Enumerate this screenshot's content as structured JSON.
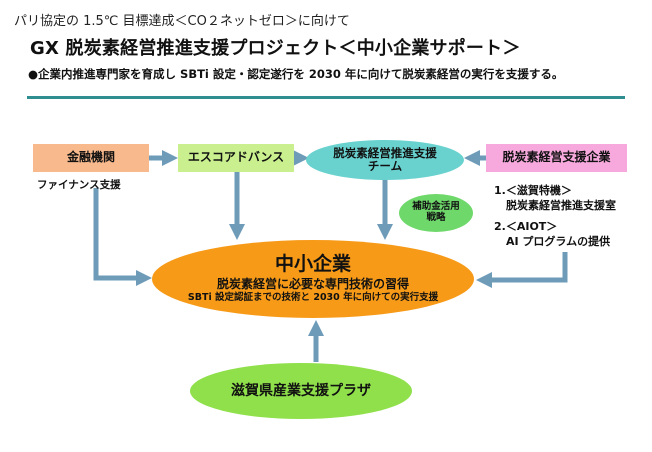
{
  "header": {
    "kicker": "パリ協定の 1.5℃ 目標達成＜CO２ネットゼロ＞に向けて",
    "title": "GX 脱炭素経営推進支援プロジェクト＜中小企業サポート＞",
    "subtitle": "●企業内推進専門家を育成し SBTi 設定・認定遂行を 2030 年に向けて脱炭素経営の実行を支援する。"
  },
  "diagram": {
    "finance_box": "金融機関",
    "finance_note": "ファイナンス支援",
    "esco_box": "エスコアドバンス",
    "team_ellipse": {
      "line1": "脱炭素経営推進支援",
      "line2": "チーム"
    },
    "enterprise_box": "脱炭素経営支援企業",
    "subsidy_ellipse": {
      "line1": "補助金活用",
      "line2": "戦略"
    },
    "enterprise_list": {
      "item1_heading": "1.＜滋賀特機＞",
      "item1_detail": "脱炭素経営推進支援室",
      "item2_heading": "2.＜AIOT＞",
      "item2_detail": "AI プログラムの提供"
    },
    "sme": {
      "title": "中小企業",
      "line1": "脱炭素経営に必要な専門技術の習得",
      "line2": "SBTi 設定認証までの技術と 2030 年に向けての実行支援"
    },
    "plaza_ellipse": "滋賀県産業支援プラザ"
  },
  "colors": {
    "accent_rule": "#2f8f90",
    "arrow": "#6d9bb8",
    "finance": "#f8b98c",
    "esco": "#c9ef8f",
    "team": "#69d2cf",
    "enterprise": "#f7a8dd",
    "subsidy": "#6fd86b",
    "sme": "#f79a18",
    "plaza": "#8fe04a"
  }
}
